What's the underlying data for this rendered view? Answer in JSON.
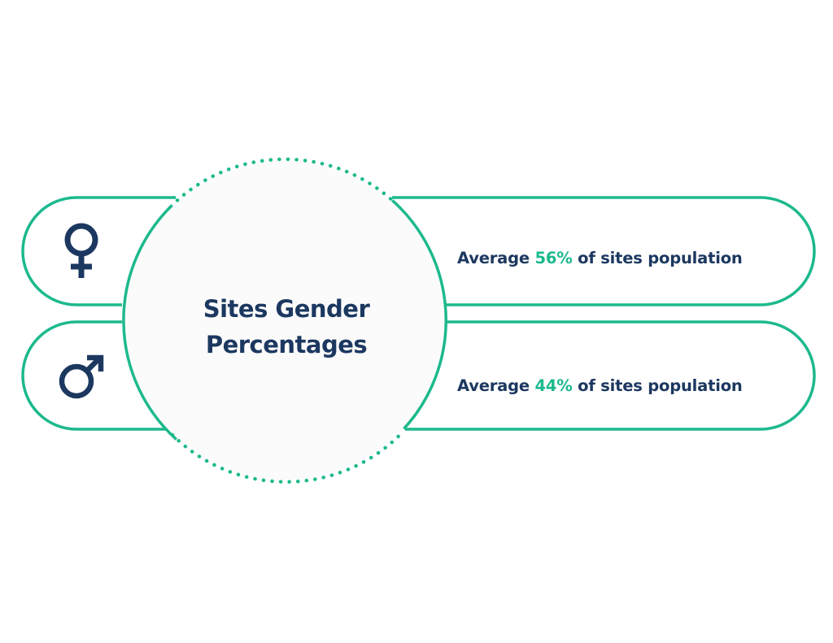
{
  "title": {
    "line1": "Sites Gender",
    "line2": "Percentages"
  },
  "stats": [
    {
      "icon": "female-symbol-icon",
      "prefix": "Average",
      "value": "56%",
      "suffix": "of sites population"
    },
    {
      "icon": "male-symbol-icon",
      "prefix": "Average",
      "value": "44%",
      "suffix": "of sites population"
    }
  ],
  "colors": {
    "accent": "#1cb98d",
    "navy": "#1c3860",
    "circle_fill": "#fbfbfb"
  }
}
